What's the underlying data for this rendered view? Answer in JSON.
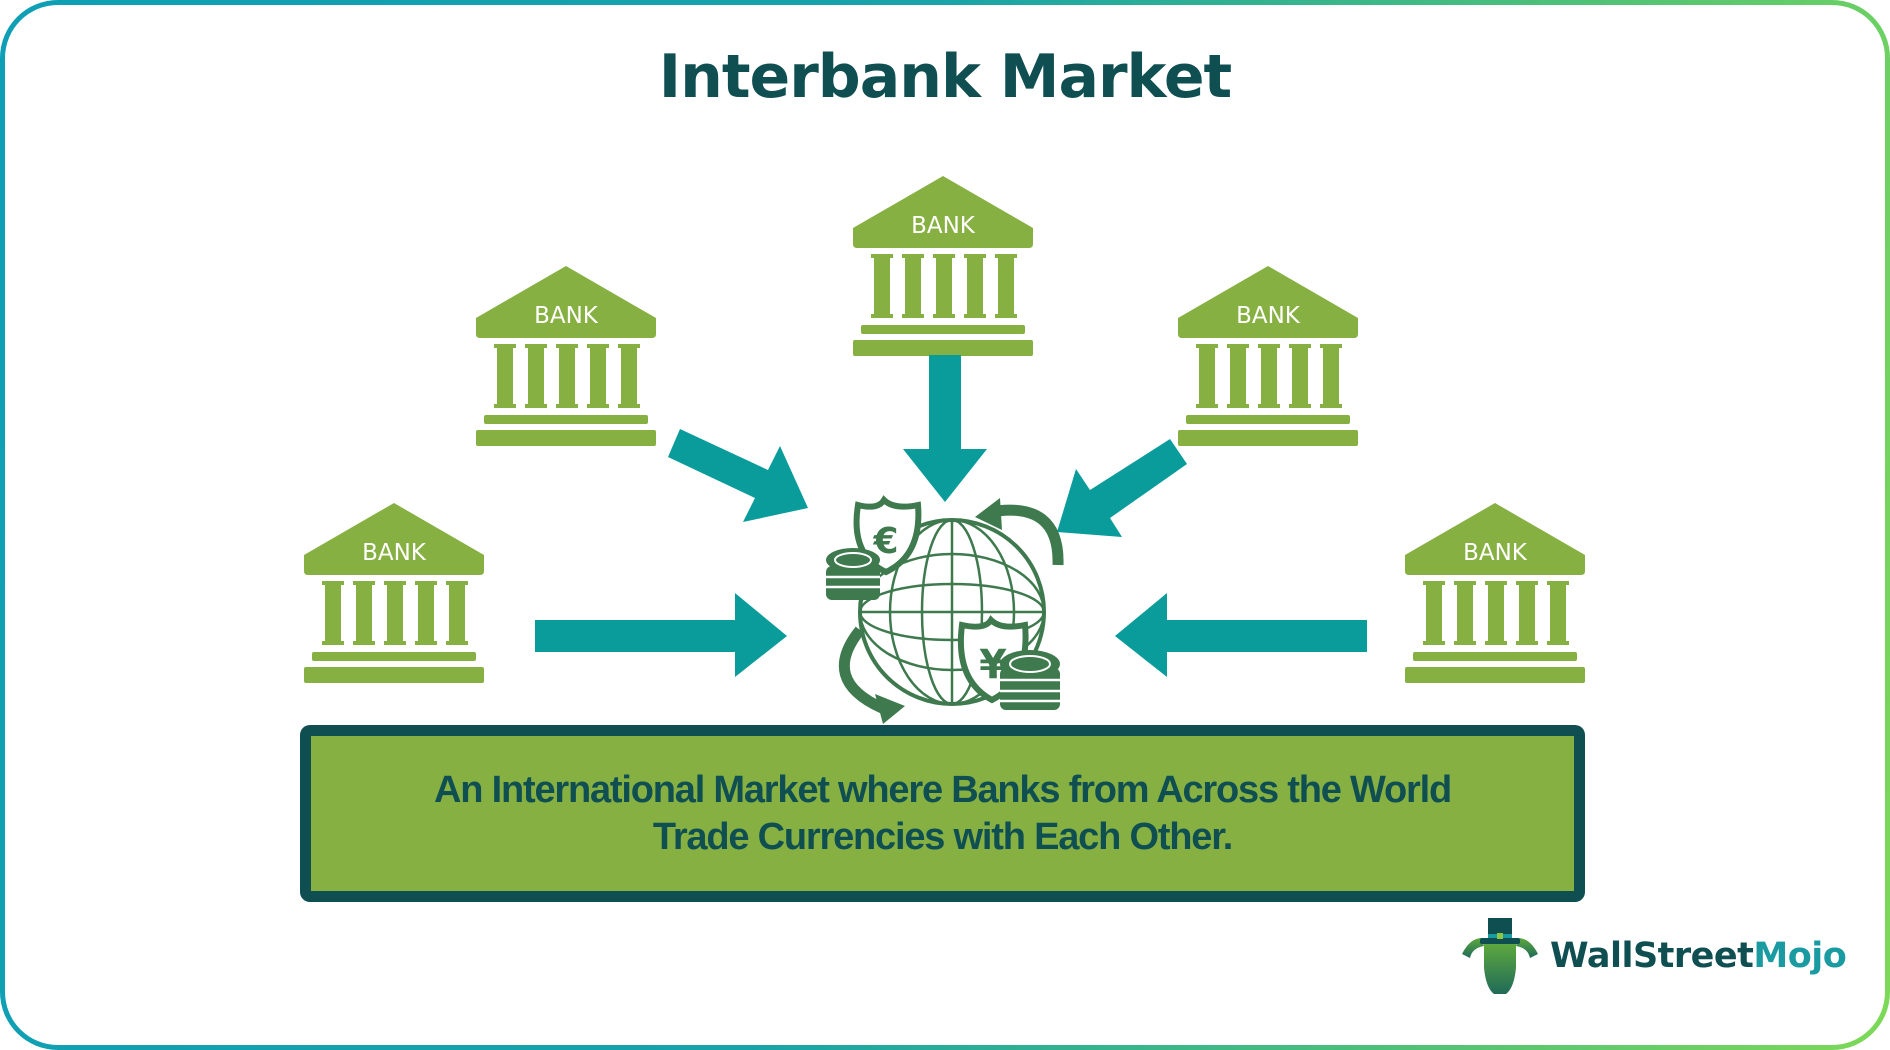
{
  "title": "Interbank Market",
  "banks": [
    {
      "id": "top-center",
      "label": "BANK"
    },
    {
      "id": "upper-left",
      "label": "BANK"
    },
    {
      "id": "upper-right",
      "label": "BANK"
    },
    {
      "id": "lower-left",
      "label": "BANK"
    },
    {
      "id": "lower-right",
      "label": "BANK"
    }
  ],
  "center_icon": {
    "name": "globe-currency-exchange-icon",
    "currencies": [
      "€",
      "¥"
    ]
  },
  "caption": {
    "line1": "An International Market where Banks from Across the World",
    "line2": "Trade Currencies with Each Other."
  },
  "logo": {
    "part1": "WallStreet",
    "part2": "Mojo"
  },
  "colors": {
    "title": "#0f4f52",
    "bank": "#86b042",
    "arrow": "#0a9b9b",
    "globe": "#3e7a4e",
    "caption_fill": "#86b042",
    "caption_border": "#0f4f52",
    "logo_accent": "#1a9ba1"
  }
}
